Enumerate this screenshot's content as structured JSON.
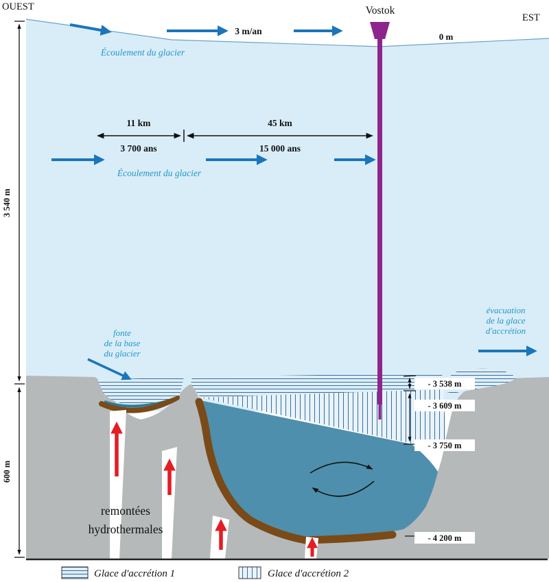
{
  "compass": {
    "west": "OUEST",
    "east": "EST"
  },
  "station": {
    "name": "Vostok"
  },
  "axis": {
    "ice_thickness": "3 540 m",
    "basin_depth": "600 m"
  },
  "surface": {
    "elevation": "0 m",
    "flow_rate": "3 m/an",
    "flow_label_top": "Écoulement du glacier",
    "flow_label_mid": "Écoulement du glacier"
  },
  "distances": {
    "left_km": "11 km",
    "left_age": "3 700 ans",
    "right_km": "45 km",
    "right_age": "15 000 ans"
  },
  "depths": {
    "d3538": "- 3 538 m",
    "d3609": "- 3 609 m",
    "d3750": "- 3 750 m",
    "d4200": "- 4 200 m"
  },
  "annotations": {
    "melt_line1": "fonte",
    "melt_line2": "de la base",
    "melt_line3": "du glacier",
    "evac_line1": "évacuation",
    "evac_line2": "de la glace",
    "evac_line3": "d'accrétion",
    "hydro_line1": "remontées",
    "hydro_line2": "hydrothermales"
  },
  "legend": {
    "accretion1": "Glace d'accrétion 1",
    "accretion2": "Glace d'accrétion 2"
  },
  "colors": {
    "ice": "#d9edf8",
    "lake": "#4e8fad",
    "bedrock": "#b5b9ba",
    "sediment": "#7a4a18",
    "borehole": "#8e258c",
    "arrow_blue": "#1b75bb",
    "label_blue": "#2596c8",
    "arrow_red": "#e31e24",
    "stripe_line": "#3a6e9e"
  }
}
